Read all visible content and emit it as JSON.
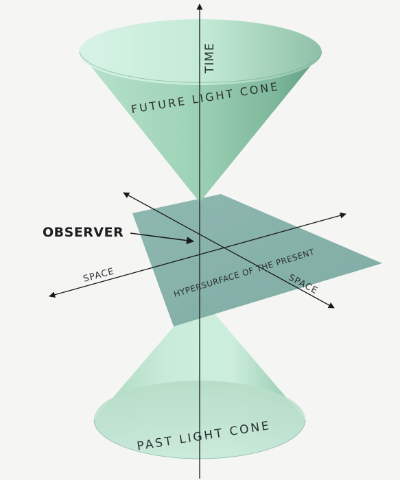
{
  "labels": {
    "time": "TIME",
    "future": "FUTURE LIGHT CONE",
    "past": "PAST LIGHT CONE",
    "observer": "OBSERVER",
    "space_left": "SPACE",
    "space_right": "SPACE",
    "hypersurface": "HYPERSURFACE OF THE PRESENT"
  },
  "colors": {
    "cone_light": "#cfeee0",
    "cone_mid": "#9fd1b8",
    "cone_dark": "#5e9a7f",
    "plane": "#7eaea6",
    "axis": "#1a1a1a",
    "background": "#f5f6f4"
  }
}
